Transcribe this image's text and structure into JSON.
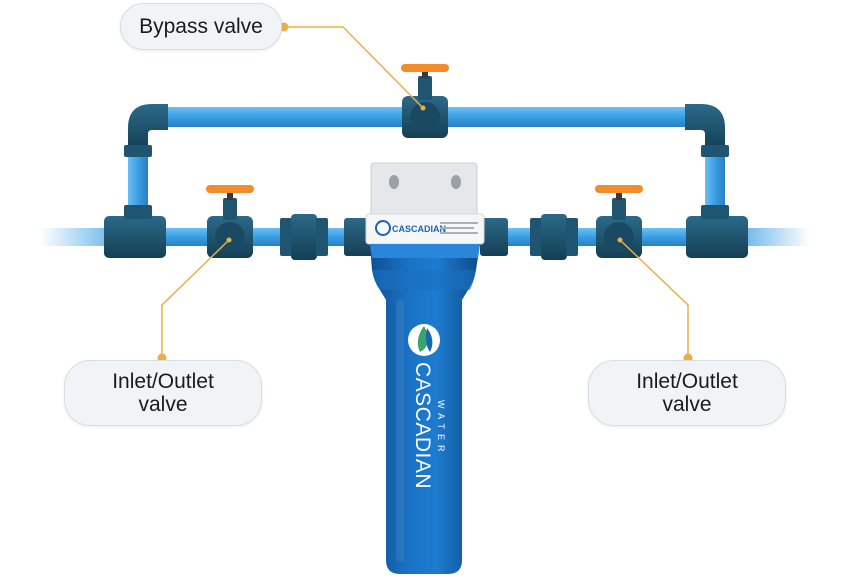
{
  "labels": {
    "bypass": "Bypass valve",
    "inlet_left_line1": "Inlet/Outlet",
    "inlet_left_line2": "valve",
    "inlet_right_line1": "Inlet/Outlet",
    "inlet_right_line2": "valve"
  },
  "brand": {
    "name": "CASCADIAN",
    "sub": "WATER"
  },
  "colors": {
    "pipe": "#3a9ee3",
    "fitting": "#1f5570",
    "handle": "#f28c2b",
    "housing": "#1766b5",
    "leader": "#e8b04b"
  }
}
